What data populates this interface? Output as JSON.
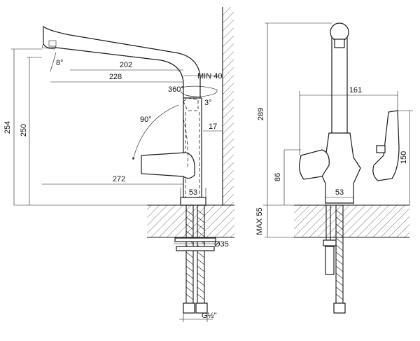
{
  "dimensions": {
    "height_254": "254",
    "height_250": "250",
    "angle_8": "8°",
    "reach_202": "202",
    "reach_228": "228",
    "min_40": "MIN 40",
    "rotation_360": "360°",
    "angle_3": "3°",
    "angle_90": "90°",
    "dim_17": "17",
    "reach_272": "272",
    "base_53_left": "53",
    "diameter_35": "Ø35",
    "thread": "G½\"",
    "height_289": "289",
    "width_161": "161",
    "height_86": "86",
    "height_150": "150",
    "base_53_right": "53",
    "max_55": "MAX 55"
  }
}
